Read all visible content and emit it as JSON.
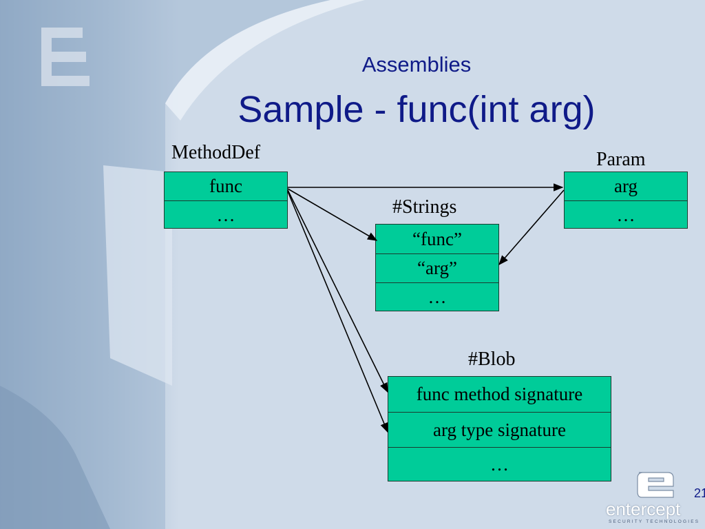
{
  "slide": {
    "title_line1": "Assemblies",
    "title_line2": "Sample - func(int arg)",
    "page_number": "21"
  },
  "tables": {
    "methoddef": {
      "label": "MethodDef",
      "rows": [
        "func",
        "…"
      ]
    },
    "param": {
      "label": "Param",
      "rows": [
        "arg",
        "…"
      ]
    },
    "strings": {
      "label": "#Strings",
      "rows": [
        "“func”",
        "“arg”",
        "…"
      ]
    },
    "blob": {
      "label": "#Blob",
      "rows": [
        "func method signature",
        "arg type signature",
        "…"
      ]
    }
  },
  "logo": {
    "wordmark": "entercept",
    "tagline": "SECURITY TECHNOLOGIES"
  },
  "colors": {
    "title": "#0f1a88",
    "table_fill": "#00cc99",
    "background": "#cfdbe9"
  }
}
